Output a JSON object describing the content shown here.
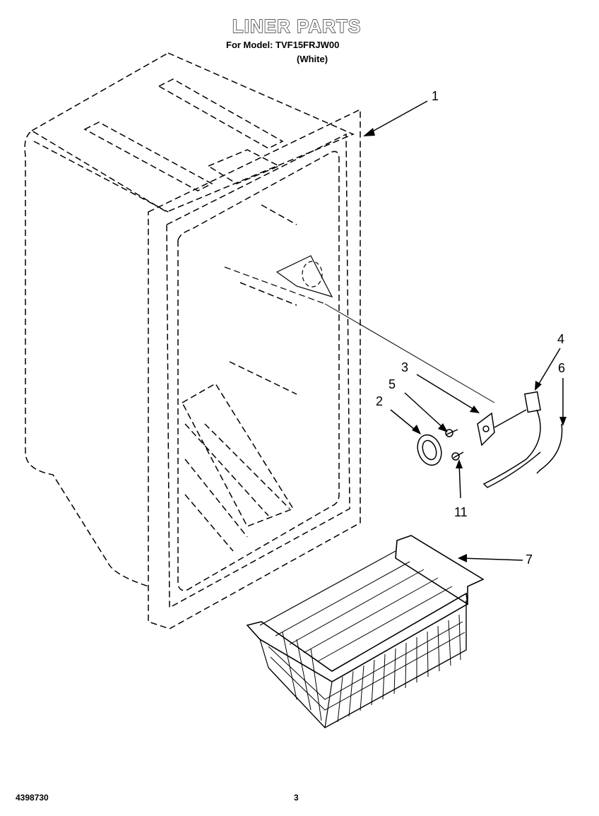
{
  "header": {
    "title": "LINER PARTS",
    "model_line": "For Model: TVF15FRJW00",
    "color_line": "(White)"
  },
  "callouts": [
    {
      "label": "1"
    },
    {
      "label": "2"
    },
    {
      "label": "3"
    },
    {
      "label": "4"
    },
    {
      "label": "5"
    },
    {
      "label": "6"
    },
    {
      "label": "7"
    },
    {
      "label": "11"
    }
  ],
  "footer": {
    "doc_number": "4398730",
    "page_number": "3"
  }
}
